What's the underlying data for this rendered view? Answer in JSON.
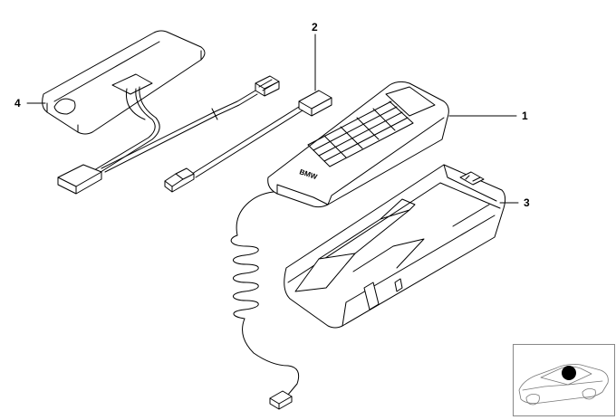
{
  "parts": [
    {
      "id": "handset",
      "callout": "1"
    },
    {
      "id": "adapter-cable",
      "callout": "2"
    },
    {
      "id": "cradle",
      "callout": "3"
    },
    {
      "id": "control-module",
      "callout": "4"
    }
  ],
  "handset": {
    "brand_text": "BMW"
  },
  "inset": {
    "marker_color": "#000000"
  }
}
